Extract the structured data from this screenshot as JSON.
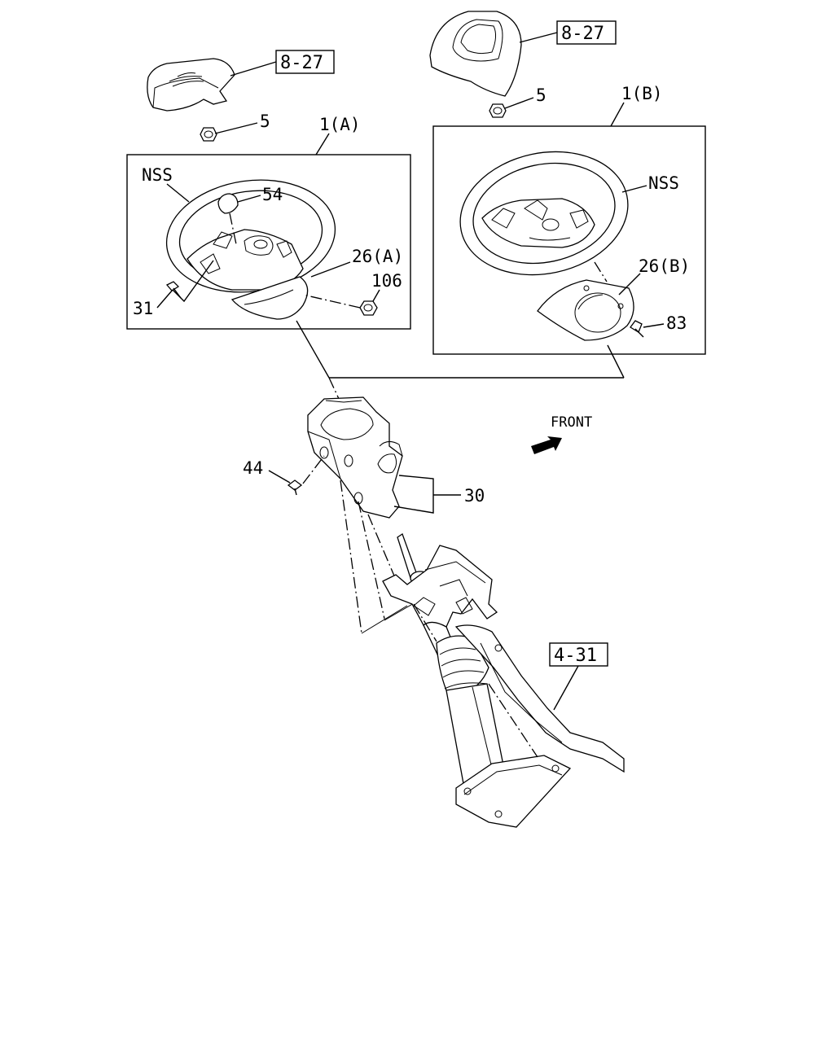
{
  "labels": {
    "ref_pad_a": "8-27",
    "ref_pad_b": "8-27",
    "ref_column": "4-31",
    "nut_a": "5",
    "nut_b": "5",
    "wheel_a": "1(A)",
    "wheel_b": "1(B)",
    "nss_a": "NSS",
    "nss_b": "NSS",
    "part_54": "54",
    "part_26a": "26(A)",
    "part_26b": "26(B)",
    "part_106": "106",
    "part_31": "31",
    "part_83": "83",
    "part_44": "44",
    "part_30": "30",
    "front": "FRONT"
  }
}
